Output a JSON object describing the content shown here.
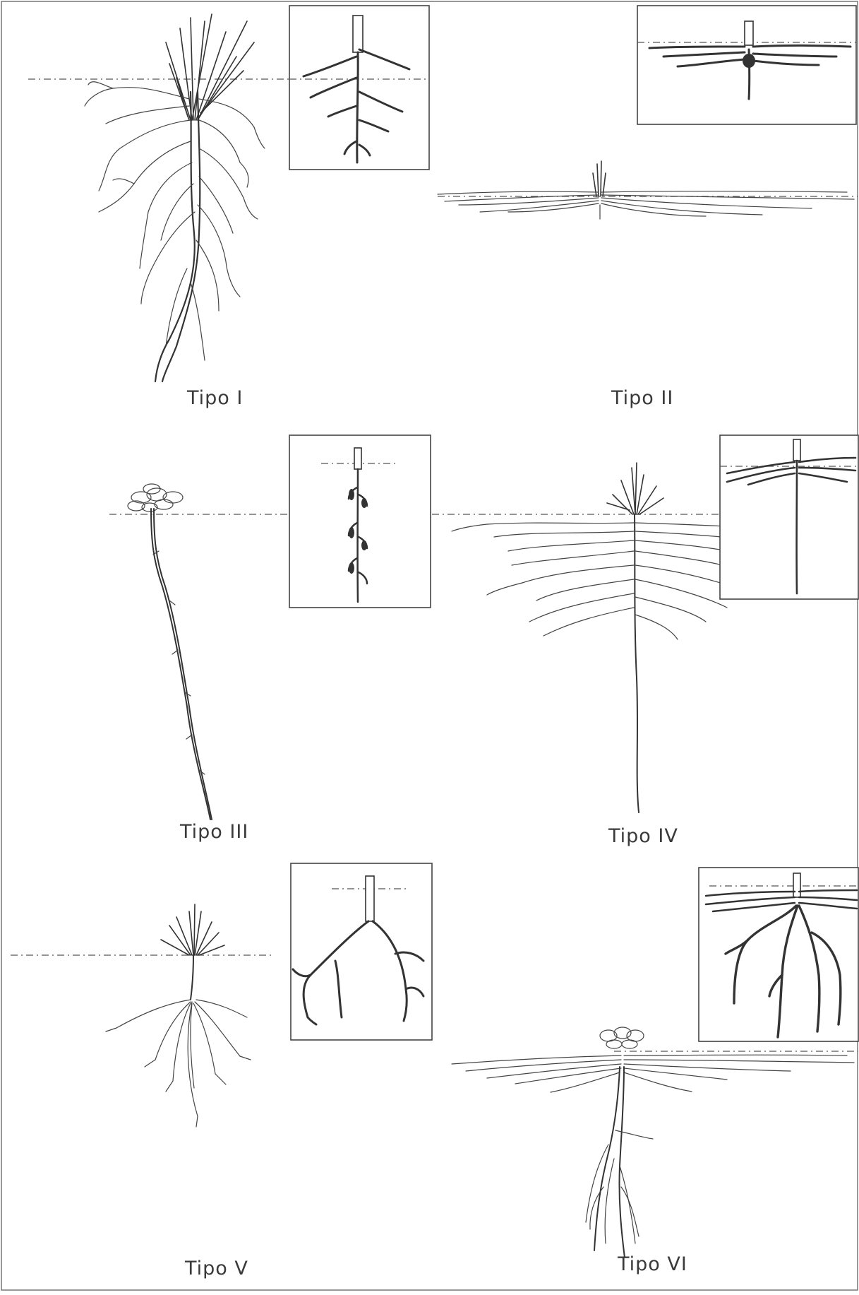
{
  "labels": {
    "tipo_1": "Tipo I",
    "tipo_2": "Tipo II",
    "tipo_3": "Tipo III",
    "tipo_4": "Tipo IV",
    "tipo_5": "Tipo V",
    "tipo_6": "Tipo VI"
  },
  "colors": {
    "ink": "#333333",
    "background": "#ffffff",
    "label_text": "#3a3a3a"
  }
}
